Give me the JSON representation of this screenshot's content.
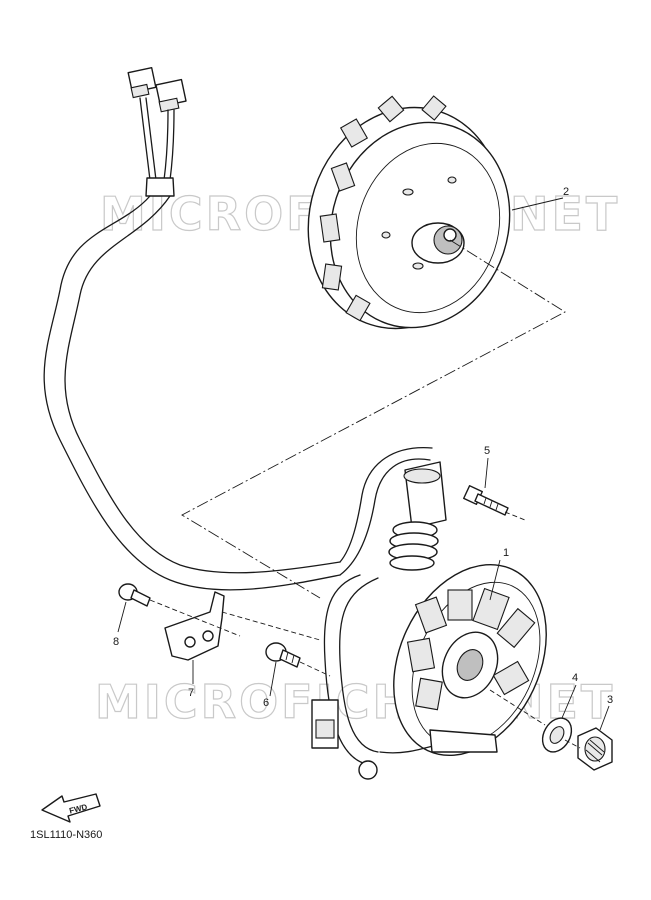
{
  "diagram_code": "1SL1110-N360",
  "watermark": "MICROFICHES.NET",
  "fwd_label": "FWD",
  "callouts": [
    {
      "id": "1",
      "label": "1"
    },
    {
      "id": "2",
      "label": "2"
    },
    {
      "id": "3",
      "label": "3"
    },
    {
      "id": "4",
      "label": "4"
    },
    {
      "id": "5",
      "label": "5"
    },
    {
      "id": "6",
      "label": "6"
    },
    {
      "id": "7",
      "label": "7"
    },
    {
      "id": "8",
      "label": "8"
    }
  ]
}
